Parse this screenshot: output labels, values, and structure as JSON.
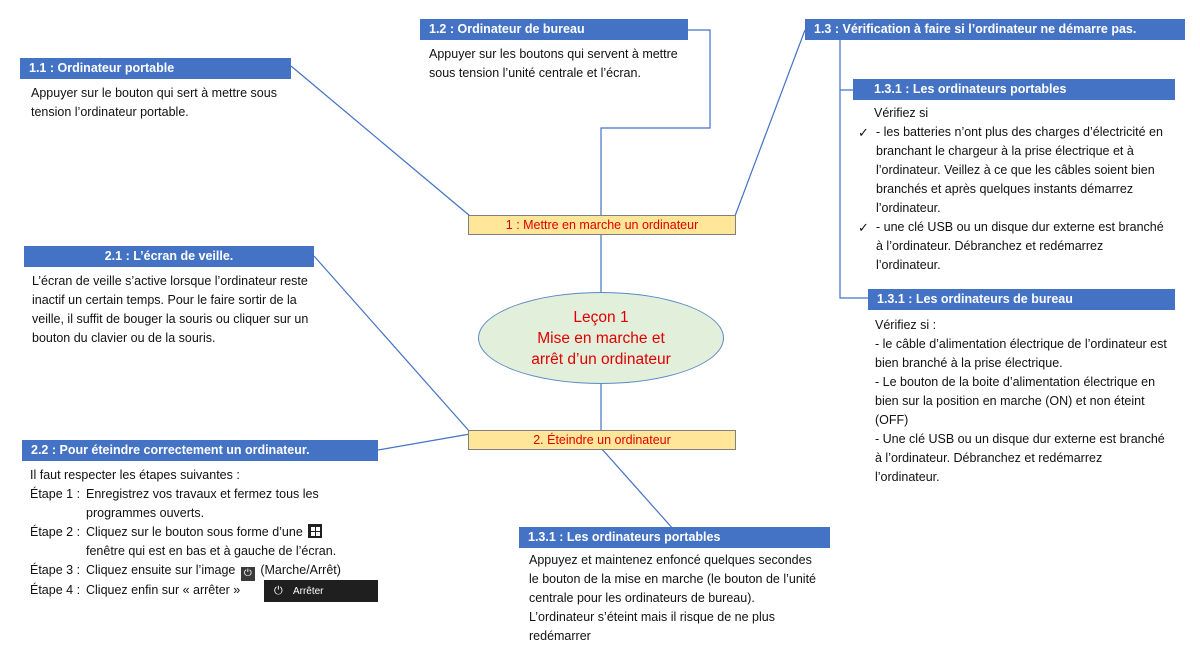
{
  "center": {
    "line1": "Leçon 1",
    "line2": "Mise en marche et",
    "line3": "arrêt d’un ordinateur"
  },
  "branch1": {
    "label": "1 : Mettre en marche un ordinateur"
  },
  "branch2": {
    "label": "2. Éteindre un ordinateur"
  },
  "node_1_1": {
    "title": "1.1 : Ordinateur portable",
    "text": "Appuyer sur le bouton qui sert à mettre sous tension l’ordinateur portable."
  },
  "node_1_2": {
    "title": "1.2 : Ordinateur de bureau",
    "text": "Appuyer sur les boutons qui servent à mettre sous tension l’unité centrale et l’écran."
  },
  "node_1_3": {
    "title": "1.3 : Vérification à faire si l’ordinateur ne démarre pas."
  },
  "node_1_3_1_portables": {
    "title": "1.3.1 : Les ordinateurs portables",
    "intro": "Vérifiez si",
    "checks": [
      "- les batteries n’ont plus des charges d’électricité en branchant le chargeur à la prise électrique et à l’ordinateur. Veillez à ce que les câbles soient bien branchés et après quelques instants démarrez l’ordinateur.",
      "- une clé USB ou un disque dur externe est branché à l’ordinateur. Débranchez et redémarrez l’ordinateur."
    ]
  },
  "node_1_3_1_bureau": {
    "title": "1.3.1 : Les ordinateurs de bureau",
    "intro": "Vérifiez si :",
    "lines": [
      "- le câble d’alimentation électrique de l’ordinateur est bien branché à la prise électrique.",
      "- Le bouton de la boite d’alimentation électrique en bien sur la position en marche (ON) et non éteint (OFF)",
      "- Une clé USB ou un disque dur externe est branché à l’ordinateur. Débranchez et redémarrez l’ordinateur."
    ]
  },
  "node_2_1": {
    "title": "2.1 : L’écran de veille.",
    "text": "L’écran de veille s’active lorsque l’ordinateur reste inactif un certain temps. Pour le faire sortir de la veille, il suffit de bouger la souris ou cliquer sur un bouton du clavier ou de la souris."
  },
  "node_2_2": {
    "title": "2.2 : Pour éteindre correctement un ordinateur.",
    "intro": "Il faut respecter les étapes suivantes :",
    "step1_label": "Étape 1 :",
    "step1_text": "Enregistrez vos travaux et fermez tous les programmes ouverts.",
    "step2_label": "Étape 2 :",
    "step2_text": "Cliquez sur le bouton sous forme d’une",
    "step2_text_cont": "fenêtre qui est en bas et à gauche de l’écran.",
    "step3_label": "Étape 3 :",
    "step3_text": "Cliquez ensuite sur l’image",
    "step3_text_cont": "(Marche/Arrêt)",
    "step4_label": "Étape 4 :",
    "step4_text": "Cliquez enfin sur « arrêter »",
    "stop_button_label": "Arrêter"
  },
  "node_2_3_1": {
    "title": "1.3.1 : Les ordinateurs portables",
    "text": "Appuyez et maintenez enfoncé quelques secondes le bouton de la mise en marche (le bouton de l’unité centrale pour les ordinateurs de bureau). L’ordinateur s’éteint mais il risque de ne plus redémarrer"
  },
  "icons": {
    "checkmark": "check-icon",
    "windows": "windows-start-icon",
    "power": "power-icon"
  },
  "colors": {
    "header_bg": "#4472c4",
    "connector": "#4472c4",
    "branch_bg": "#ffe699",
    "branch_text": "#e00000",
    "center_bg": "#e2efda"
  }
}
